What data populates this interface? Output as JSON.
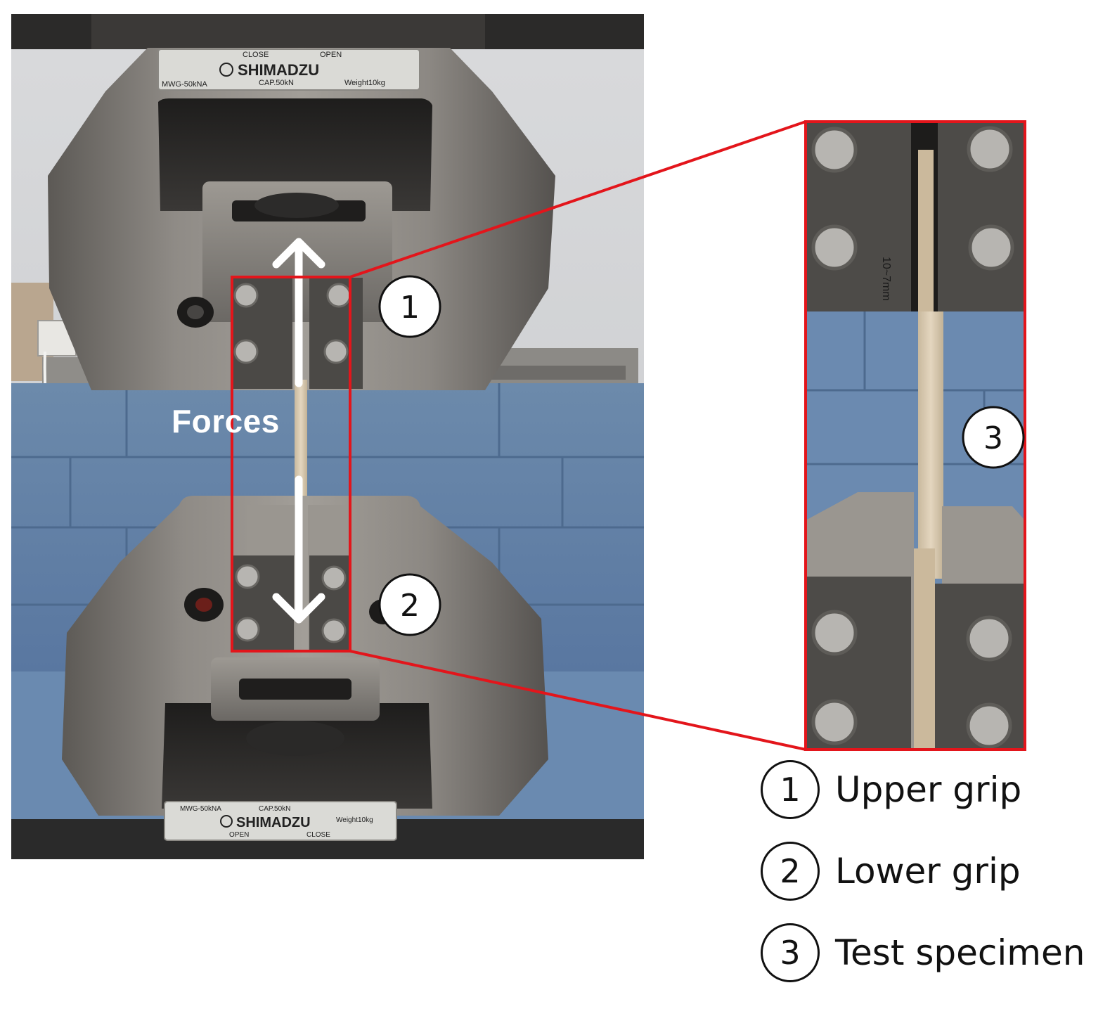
{
  "photo": {
    "plate_top": {
      "close": "CLOSE",
      "open": "OPEN",
      "brand": "SHIMADZU",
      "model": "MWG-50kNA",
      "capacity": "CAP.50kN",
      "weight": "Weight10kg"
    },
    "plate_bottom": {
      "model": "MWG-50kNA",
      "capacity": "CAP.50kN",
      "weight": "Weight10kg",
      "brand": "SHIMADZU",
      "open": "OPEN",
      "close": "CLOSE"
    },
    "jaw_scale": "10~7mm",
    "forces_label": "Forces"
  },
  "markers": {
    "upper": "1",
    "lower": "2",
    "specimen": "3"
  },
  "legend": [
    {
      "number": "1",
      "label": "Upper grip"
    },
    {
      "number": "2",
      "label": "Lower grip"
    },
    {
      "number": "3",
      "label": "Test specimen"
    }
  ],
  "colors": {
    "highlight": "#e3151b",
    "wall_foam": "#5f7fa2",
    "steel": "#8a8680",
    "specimen": "#d8c9b0"
  }
}
